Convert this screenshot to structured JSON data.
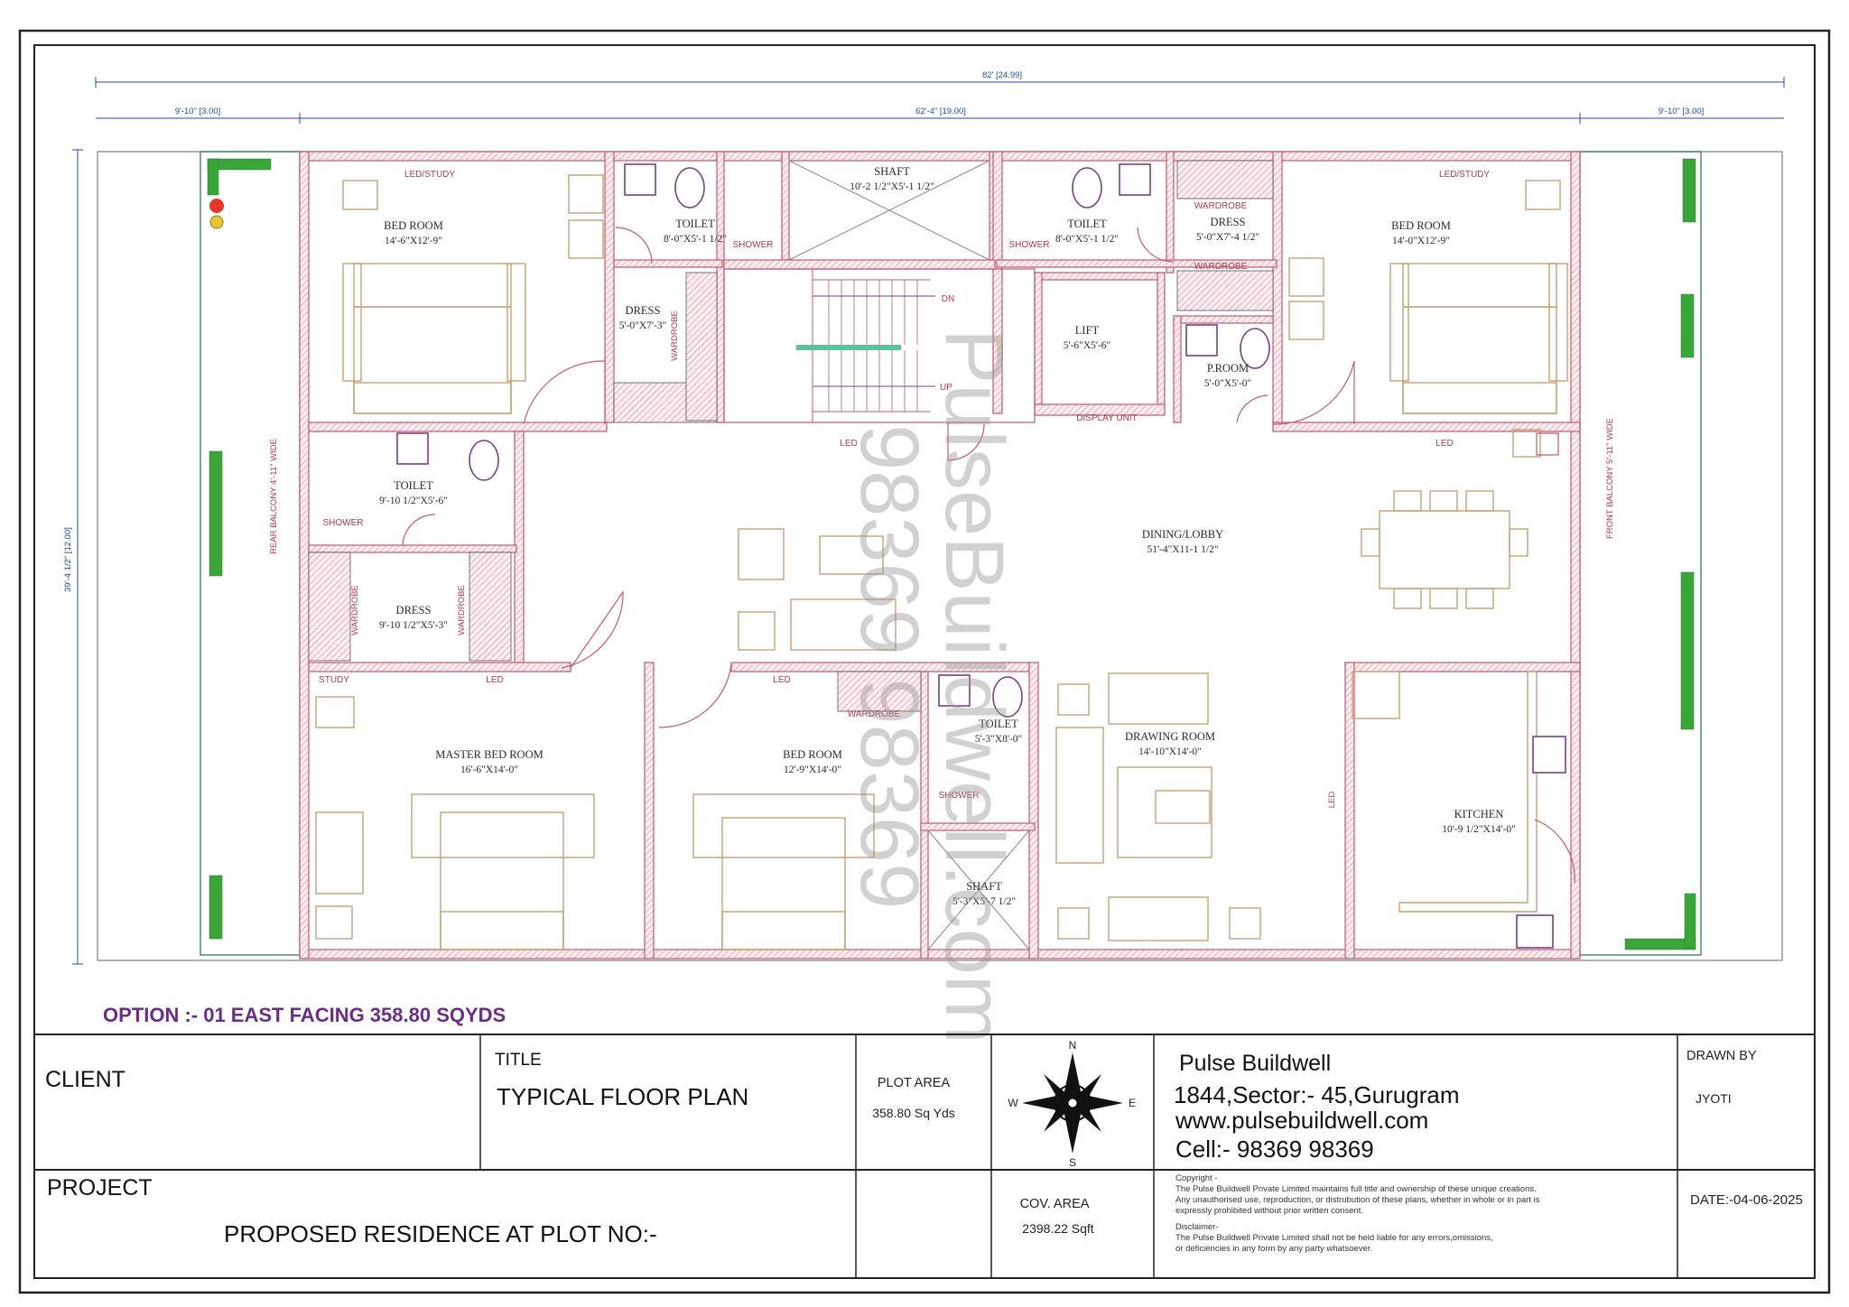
{
  "dimensions": {
    "overall": "82' [24.99]",
    "left": "9'-10\" [3.00]",
    "middle": "62'-4\" [19.00]",
    "right": "9'-10\" [3.00]",
    "height": "39'-4 1/2\" [12.00]"
  },
  "rooms": {
    "bed1": {
      "name": "BED ROOM",
      "size": "14'-6\"X12'-9\""
    },
    "toilet1": {
      "name": "TOILET",
      "size": "8'-0\"X5'-1 1/2\""
    },
    "shaft1": {
      "name": "SHAFT",
      "size": "10'-2 1/2\"X5'-1 1/2\""
    },
    "toilet2": {
      "name": "TOILET",
      "size": "8'-0\"X5'-1 1/2\""
    },
    "dress2": {
      "name": "DRESS",
      "size": "5'-0\"X7'-4 1/2\""
    },
    "bed2": {
      "name": "BED ROOM",
      "size": "14'-0\"X12'-9\""
    },
    "dress1": {
      "name": "DRESS",
      "size": "5'-0\"X7'-3\""
    },
    "lift": {
      "name": "LIFT",
      "size": "5'-6\"X5'-6\""
    },
    "proom": {
      "name": "P.ROOM",
      "size": "5'-0\"X5'-0\""
    },
    "toilet3": {
      "name": "TOILET",
      "size": "9'-10 1/2\"X5'-6\""
    },
    "dress3": {
      "name": "DRESS",
      "size": "9'-10 1/2\"X5'-3\""
    },
    "dining": {
      "name": "DINING/LOBBY",
      "size": "51'-4\"X11-1 1/2\""
    },
    "master": {
      "name": "MASTER BED ROOM",
      "size": "16'-6\"X14'-0\""
    },
    "bed3": {
      "name": "BED ROOM",
      "size": "12'-9\"X14'-0\""
    },
    "toilet4": {
      "name": "TOILET",
      "size": "5'-3\"X8'-0\""
    },
    "drawing": {
      "name": "DRAWING ROOM",
      "size": "14'-10\"X14'-0\""
    },
    "kitchen": {
      "name": "KITCHEN",
      "size": "10'-9 1/2\"X14'-0\""
    },
    "shaft2": {
      "name": "SHAFT",
      "size": "5'-3\"X5'-7 1/2\""
    }
  },
  "small_labels": {
    "led_study": "LED/STUDY",
    "shower": "SHOWER",
    "wardrobe": "WARDROBE",
    "led": "LED",
    "display_unit": "DISPLAY UNIT",
    "study": "STUDY",
    "dn": "DN",
    "up": "UP",
    "rear_balcony": "REAR BALCONY 4'-11\" WIDE",
    "front_balcony": "FRONT BALCONY 5'-11\" WIDE"
  },
  "watermark": {
    "line1": "PulseBuildwell.com",
    "line2": "98369 98369"
  },
  "option_label": "OPTION :- 01 EAST FACING 358.80 SQYDS",
  "title_block": {
    "client_label": "CLIENT",
    "title_label": "TITLE",
    "title_value": "TYPICAL  FLOOR PLAN",
    "plot_area_label": "PLOT AREA",
    "plot_area_value": "358.80 Sq Yds",
    "cov_area_label": "COV. AREA",
    "cov_area_value": "2398.22 Sqft",
    "project_label": "PROJECT",
    "project_value": "PROPOSED RESIDENCE AT PLOT NO:-",
    "company": "Pulse Buildwell",
    "address": "1844,Sector:- 45,Gurugram",
    "website": "www.pulsebuildwell.com",
    "cell": "Cell:- 98369 98369",
    "copyright_title": "Copyright -",
    "copyright_text_1": "The Pulse Buildwell Private Limited maintains full title and ownership of these unique creations.",
    "copyright_text_2": "Any unauthorised use, reproduction, or distrubution of these plans, whether in whole or in part is",
    "copyright_text_3": "expressly prohibited without prior written consent.",
    "disclaimer_title": "Disclaimer-",
    "disclaimer_text_1": "The Pulse Buildwell Private Limited shall not be held liable for any errors,omissions,",
    "disclaimer_text_2": "or deficiencies in any form by any party whatsoever.",
    "drawn_by_label": "DRAWN BY",
    "drawn_by_value": "JYOTI",
    "date": "DATE:-04-06-2025"
  },
  "compass": {
    "n": "N",
    "s": "S",
    "e": "E",
    "w": "W"
  },
  "colors": {
    "wall": "#c25a6a",
    "furniture": "#c9a070",
    "fixture": "#7a3d8c",
    "dimension": "#1c4f9c",
    "option_text": "#6a2c86",
    "greenery": "#3aa63a"
  }
}
